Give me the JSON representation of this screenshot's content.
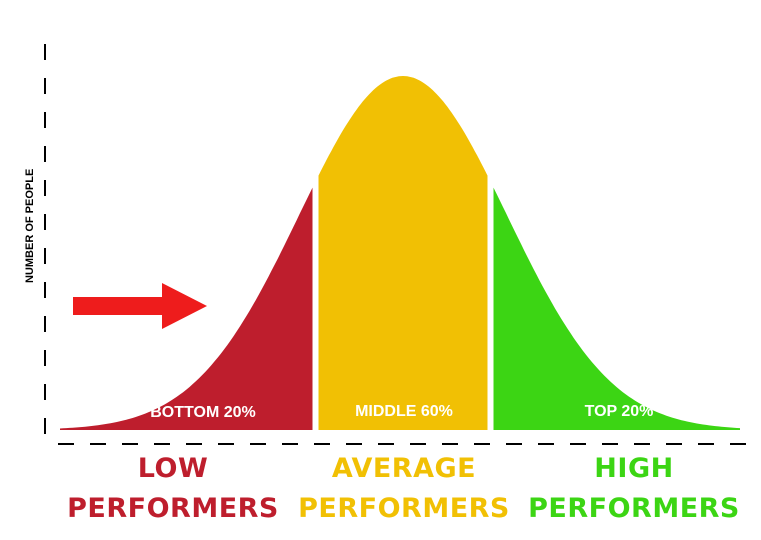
{
  "chart_data": {
    "type": "area",
    "subtype": "bell-curve",
    "ylabel": "NUMBER OF PEOPLE",
    "xlabel": "",
    "segments": [
      {
        "label": "BOTTOM 20%",
        "share": 20,
        "color": "#be1e2d",
        "category": [
          "LOW",
          "PERFORMERS"
        ]
      },
      {
        "label": "MIDDLE 60%",
        "share": 60,
        "color": "#f1c004",
        "category": [
          "AVERAGE",
          "PERFORMERS"
        ]
      },
      {
        "label": "TOP 20%",
        "share": 20,
        "color": "#3cd514",
        "category": [
          "HIGH",
          "PERFORMERS"
        ]
      }
    ],
    "annotation": {
      "type": "arrow",
      "color": "#ee1c1c",
      "points_to": "BOTTOM 20%"
    },
    "axes_style": "dashed",
    "grid": false
  }
}
